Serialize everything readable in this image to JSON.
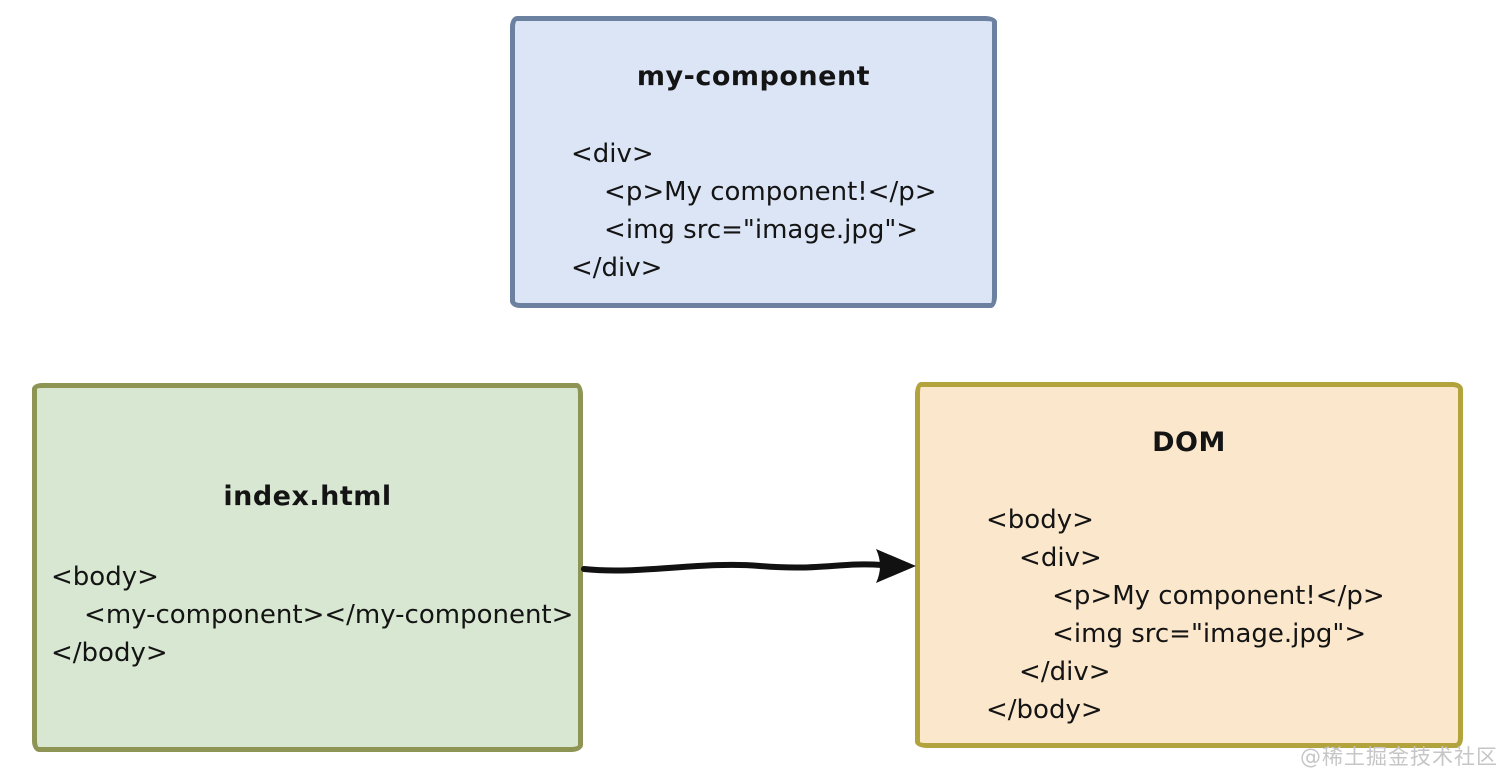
{
  "diagram": {
    "component_box": {
      "title": "my-component",
      "code": "<div>\n    <p>My component!</p>\n    <img src=\"image.jpg\">\n</div>"
    },
    "index_box": {
      "title": "index.html",
      "code": "<body>\n    <my-component></my-component>\n</body>"
    },
    "dom_box": {
      "title": "DOM",
      "code": "<body>\n    <div>\n        <p>My component!</p>\n        <img src=\"image.jpg\">\n    </div>\n</body>"
    },
    "arrow": {
      "from": "index.html",
      "to": "DOM"
    },
    "watermark": "@稀土掘金技术社区"
  },
  "colors": {
    "canvas_bg": "#ffffff",
    "component_fill": "#dbe5f6",
    "component_border": "#6c80a0",
    "index_fill": "#d8e7d1",
    "index_border": "#8d9454",
    "dom_fill": "#fbe7cc",
    "dom_border": "#b2a33c",
    "arrow": "#111111",
    "text": "#141414",
    "watermark": "#c6c6c6"
  }
}
